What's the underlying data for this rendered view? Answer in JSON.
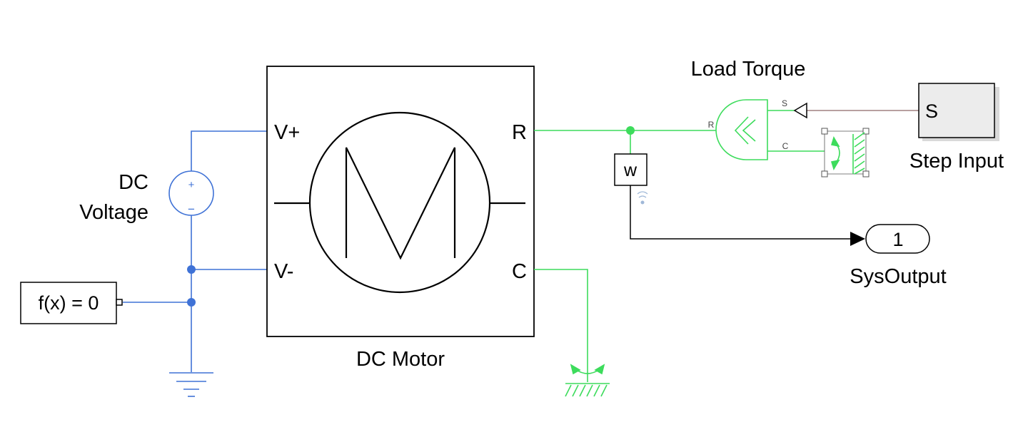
{
  "blocks": {
    "dc_motor": {
      "label": "DC Motor",
      "ports": {
        "vplus": "V+",
        "vminus": "V-",
        "r": "R",
        "c": "C"
      }
    },
    "dc_voltage": {
      "label_line1": "DC",
      "label_line2": "Voltage",
      "plus": "+",
      "minus": "−"
    },
    "solver_config": {
      "label": "f(x) = 0"
    },
    "load_torque": {
      "label": "Load Torque",
      "port_s": "S",
      "port_r": "R",
      "port_c": "C"
    },
    "step_input": {
      "label": "Step Input",
      "content": "S"
    },
    "sensor": {
      "content": "w"
    },
    "sys_output": {
      "label": "SysOutput",
      "content": "1"
    }
  },
  "colors": {
    "electrical": "#3f72d6",
    "mechanical": "#3ddc5c",
    "physical_signal": "#a08080",
    "signal": "#000000"
  }
}
